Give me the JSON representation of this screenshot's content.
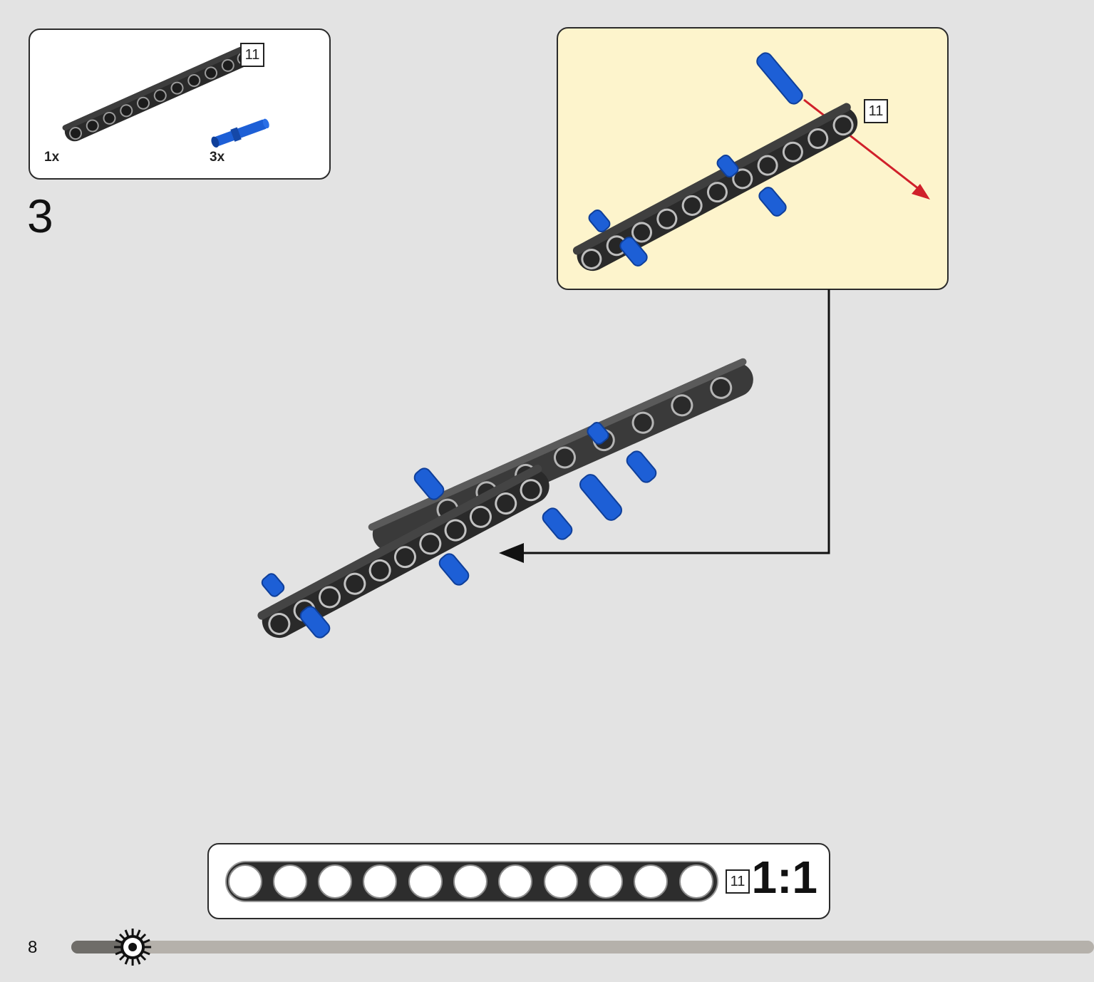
{
  "parts_list": {
    "items": [
      {
        "name": "beam-11",
        "quantity": "1x",
        "length": "11",
        "color": "#2a2a2a"
      },
      {
        "name": "pin-blue",
        "quantity": "3x",
        "color": "#1d5fd6"
      }
    ]
  },
  "step": {
    "number": "3"
  },
  "sub_assembly": {
    "length": "11",
    "background": "#fdf4cc",
    "arrow_color": "#d0202a"
  },
  "scale_check": {
    "length": "11",
    "ratio": "1:1"
  },
  "footer": {
    "page_number": "8",
    "progress": 0.06
  }
}
